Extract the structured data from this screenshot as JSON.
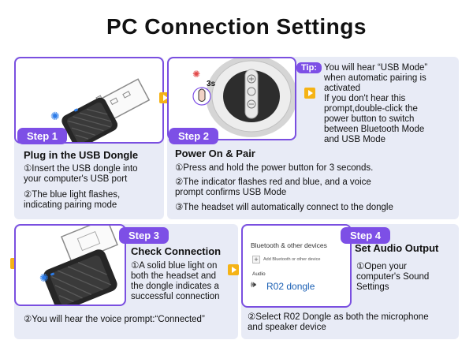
{
  "title": "PC Connection Settings",
  "colors": {
    "accent": "#7d4fe6",
    "panel": "#e8ebf6",
    "arrow": "#f5b316",
    "light": "#2b7be8"
  },
  "step1": {
    "badge": "Step 1",
    "heading": "Plug in the USB Dongle",
    "lines": [
      "①Insert the USB dongle into",
      "your computer's USB port",
      "②The blue light flashes,",
      "indicating pairing mode"
    ]
  },
  "step2": {
    "badge": "Step 2",
    "heading": "Power On & Pair",
    "hold_label": "3s",
    "lines": [
      "①Press and hold the power button for 3 seconds.",
      "②The indicator flashes red and blue, and a voice",
      "prompt confirms USB Mode",
      "③The headset will automatically connect to the dongle"
    ]
  },
  "tip": {
    "badge": "Tip:",
    "lines": [
      "You will hear “USB Mode”",
      "when automatic pairing is",
      "activated",
      "If you don't hear this",
      "prompt,double-click the",
      "power button to switch",
      "between Bluetooth Mode",
      "and USB Mode"
    ]
  },
  "step3": {
    "badge": "Step 3",
    "heading": "Check Connection",
    "lines": [
      "①A solid blue light on",
      "both the headset and",
      "the dongle indicates a",
      "successful connection"
    ],
    "footer": "②You will hear the voice prompt:“Connected”"
  },
  "step4": {
    "badge": "Step 4",
    "heading": "Set Audio Output",
    "settings_title": "Bluetooth & other devices",
    "settings_add": "Add Bluetooth or other device",
    "settings_audio": "Audio",
    "device_name": "R02 dongle",
    "lines": [
      "①Open your",
      "computer's Sound",
      "Settings"
    ],
    "footer_lines": [
      "②Select R02 Dongle as both the microphone",
      "and speaker device"
    ]
  }
}
